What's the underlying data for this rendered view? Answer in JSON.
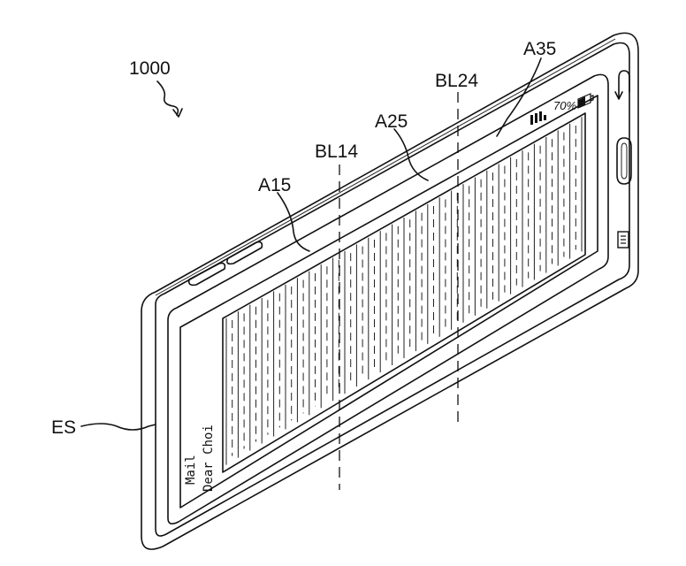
{
  "labels": {
    "device": "1000",
    "a15": "A15",
    "a25": "A25",
    "a35": "A35",
    "bl14": "BL14",
    "bl24": "BL24",
    "es": "ES"
  },
  "screen": {
    "line1": "Mail",
    "line2": "Dear Choi",
    "battery": "70%"
  },
  "icons": [
    "back-arrow-icon",
    "home-button-icon",
    "menu-icon",
    "signal-icon",
    "battery-icon"
  ],
  "colors": {
    "ink": "#111111",
    "paper": "#ffffff"
  }
}
